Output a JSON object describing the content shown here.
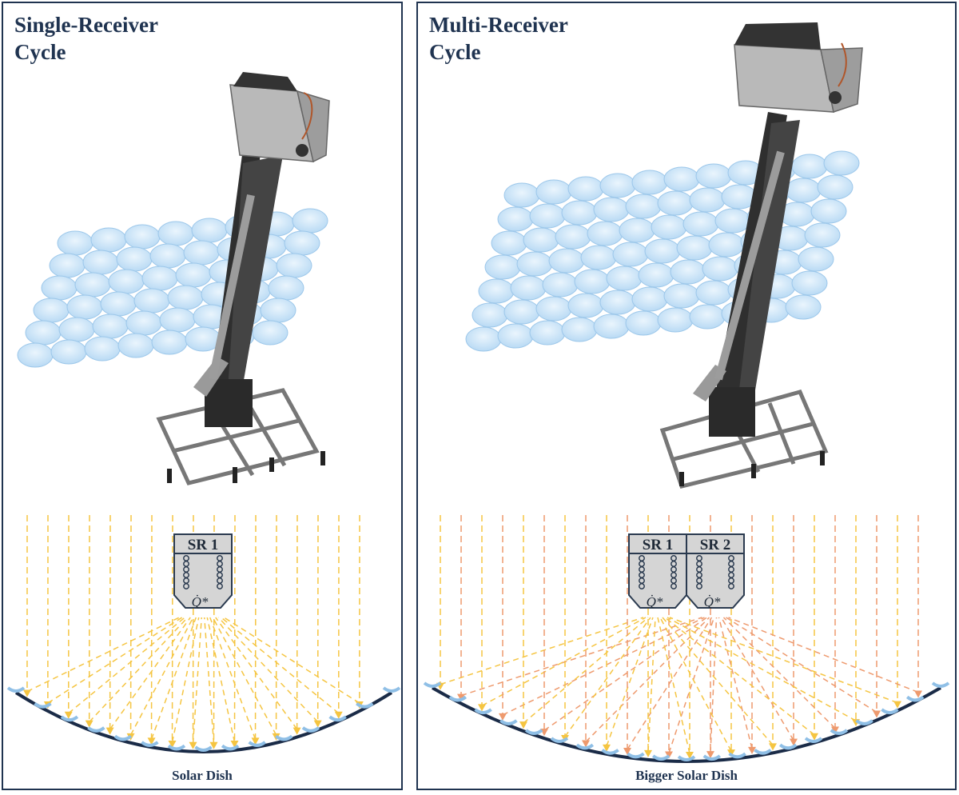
{
  "panels": [
    {
      "title": "Single-Receiver\nCycle",
      "receivers": [
        {
          "label": "SR 1",
          "flux": "Q̇*"
        }
      ],
      "dish_label": "Solar Dish"
    },
    {
      "title": "Multi-Receiver\nCycle",
      "receivers": [
        {
          "label": "SR 1",
          "flux": "Q̇*"
        },
        {
          "label": "SR 2",
          "flux": "Q̇*"
        }
      ],
      "dish_label": "Bigger Solar Dish"
    }
  ],
  "colors": {
    "frame": "#1f3350",
    "ray_yellow": "#f5c542",
    "ray_orange": "#ee9a6e",
    "mirror": "#cfe6f8",
    "receiver_body": "#b9b9b9",
    "tower": "#3a3a3a"
  }
}
